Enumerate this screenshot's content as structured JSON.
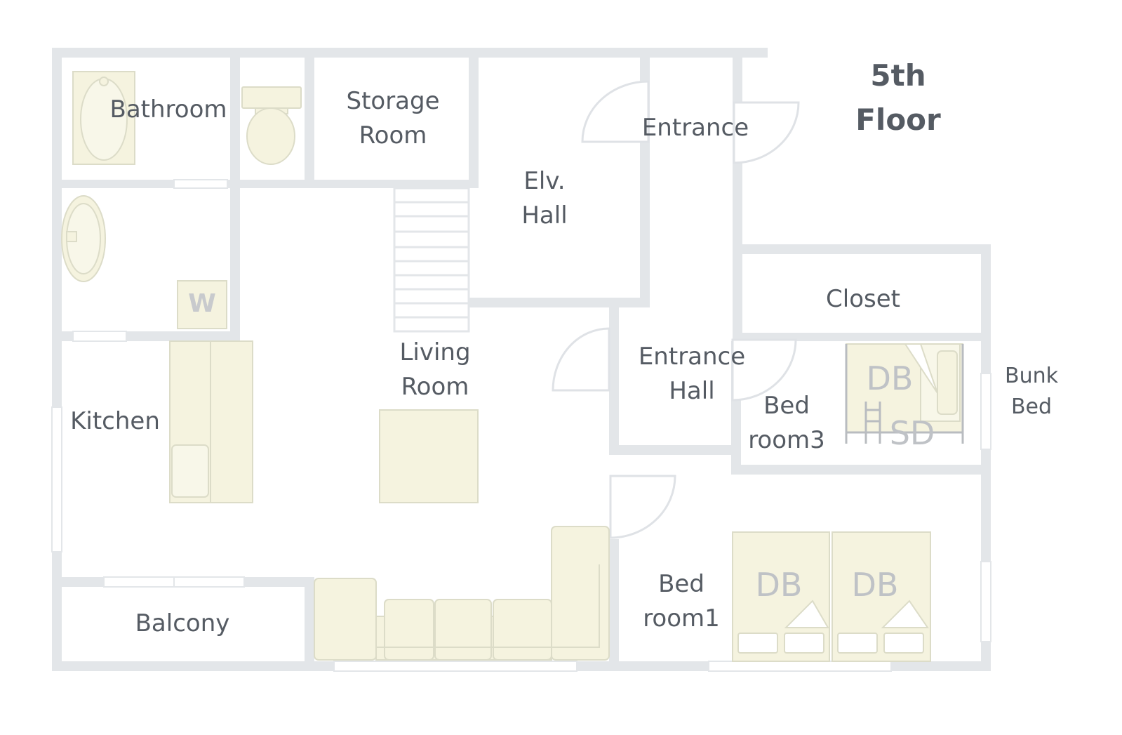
{
  "floor": {
    "line1": "5th",
    "line2": "Floor"
  },
  "rooms": {
    "bathroom": "Bathroom",
    "storage_l1": "Storage",
    "storage_l2": "Room",
    "elv_l1": "Elv.",
    "elv_l2": "Hall",
    "entrance": "Entrance",
    "closet": "Closet",
    "entrance_hall_l1": "Entrance",
    "entrance_hall_l2": "Hall",
    "living_l1": "Living",
    "living_l2": "Room",
    "kitchen": "Kitchen",
    "balcony": "Balcony",
    "bed3_l1": "Bed",
    "bed3_l2": "room3",
    "bed1_l1": "Bed",
    "bed1_l2": "room1",
    "bunk_l1": "Bunk",
    "bunk_l2": "Bed"
  },
  "fixtures": {
    "washer": "W",
    "bed3_top": "DB",
    "bed3_bottom": "SD",
    "bed1_left": "DB",
    "bed1_right": "DB"
  },
  "colors": {
    "wall": "#e3e6e9",
    "furniture_fill": "#f5f3df",
    "furniture_stroke": "#dcdcc8",
    "door": "#dfe2e6",
    "text": "#555b63"
  }
}
